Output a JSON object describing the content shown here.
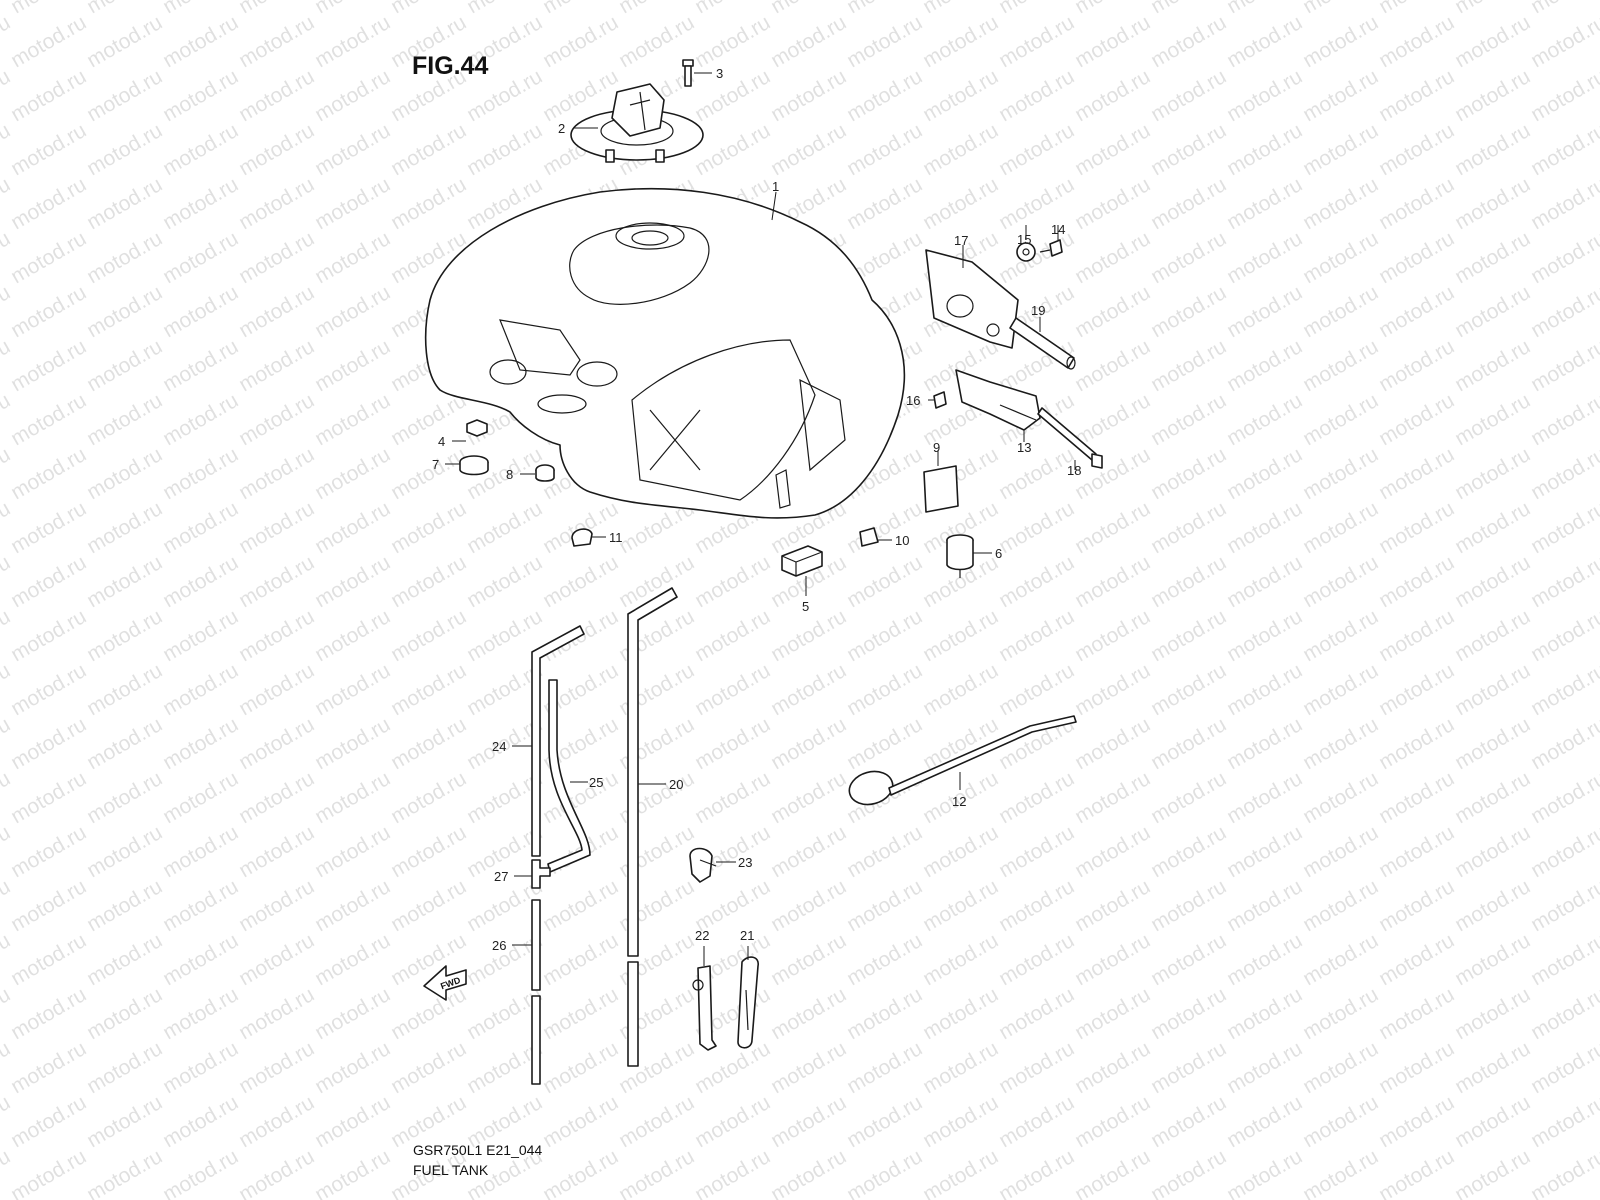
{
  "figure": {
    "title": "FIG.44",
    "model_code": "GSR750L1 E21_044",
    "caption": "FUEL TANK"
  },
  "watermark_text": "motod.ru",
  "fwd_label": "FWD",
  "callouts": {
    "p1": "1",
    "p2": "2",
    "p3": "3",
    "p4": "4",
    "p5": "5",
    "p6": "6",
    "p7": "7",
    "p8": "8",
    "p9": "9",
    "p10": "10",
    "p11": "11",
    "p12": "12",
    "p13": "13",
    "p14": "14",
    "p15": "15",
    "p16": "16",
    "p17": "17",
    "p18": "18",
    "p19": "19",
    "p20": "20",
    "p21": "21",
    "p22": "22",
    "p23": "23",
    "p24": "24",
    "p25": "25",
    "p26": "26",
    "p27": "27"
  }
}
